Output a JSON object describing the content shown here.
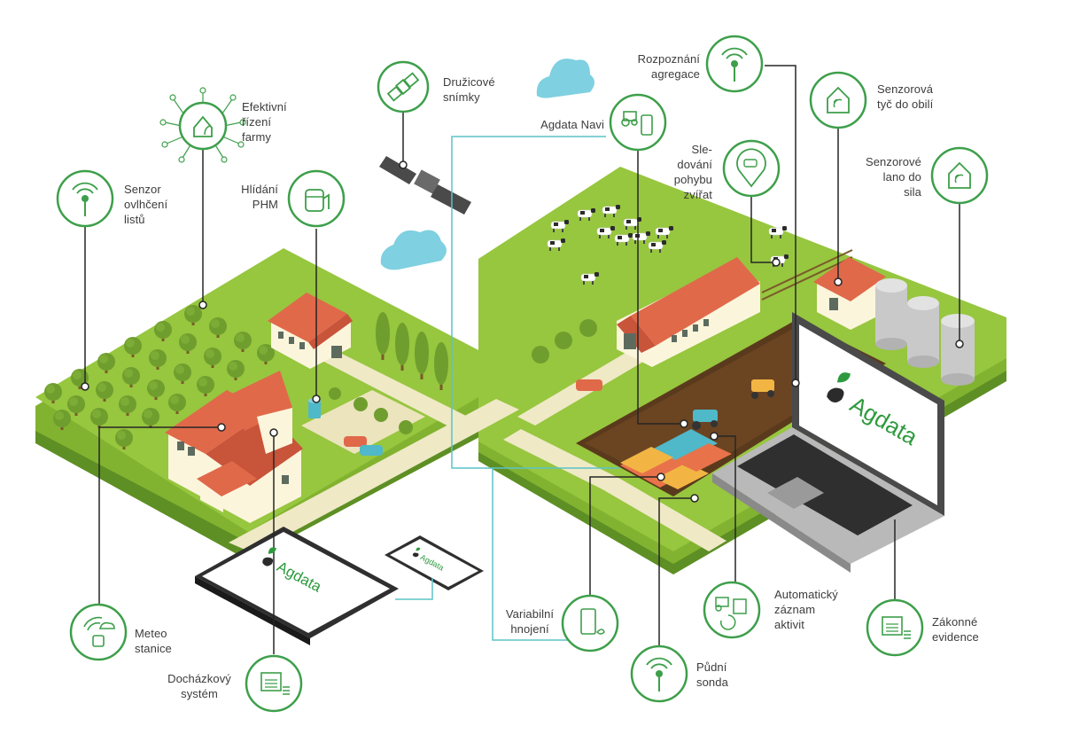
{
  "brand": {
    "name": "Agdata",
    "green": "#2e9a3e",
    "dark": "#2b2b2b"
  },
  "colors": {
    "icon_green": "#3d9f4a",
    "grass": "#95c43d",
    "grass_dark": "#5e8f24",
    "road": "#efe9c6",
    "roof": "#e0694a",
    "wall": "#fbf5dc",
    "field": "#5a3a1c",
    "cloud": "#7fd0e0",
    "link_line": "#5cc3c8",
    "callout_line": "#262626"
  },
  "labels": {
    "efektivni": [
      "Efektivní",
      "řízení",
      "farmy"
    ],
    "senzor_ovlhceni": [
      "Senzor",
      "ovlhčení",
      "listů"
    ],
    "hlidani": [
      "Hlídání",
      "PHM"
    ],
    "druzicove": [
      "Družicové",
      "snímky"
    ],
    "agdata_navi": [
      "Agdata Navi"
    ],
    "rozpoznani": [
      "Rozpoznání",
      "agregace"
    ],
    "sledovani": [
      "Sle-",
      "dování",
      "pohybu",
      "zvířat"
    ],
    "senzorova_tyc": [
      "Senzorová",
      "tyč do obilí"
    ],
    "senzorove_lano": [
      "Senzorové",
      "lano do",
      "sila"
    ],
    "meteo": [
      "Meteo",
      "stanice"
    ],
    "dochazkovy": [
      "Docházkový",
      "systém"
    ],
    "variabilni": [
      "Variabilní",
      "hnojení"
    ],
    "automaticky": [
      "Automatický",
      "záznam",
      "aktivit"
    ],
    "pudni": [
      "Půdní",
      "sonda"
    ],
    "zakonne": [
      "Zákonné",
      "evidence"
    ]
  },
  "icons": {
    "efektivni": "farm-management-icon",
    "senzor_ovlhceni": "leaf-wetness-sensor-icon",
    "hlidani": "fuel-tank-icon",
    "druzicove": "satellite-icon",
    "agdata_navi": "tractor-phone-icon",
    "rozpoznani": "signal-icon",
    "sledovani": "animal-location-icon",
    "senzorova_tyc": "grain-sensor-icon",
    "senzorove_lano": "silo-sensor-icon",
    "meteo": "weather-station-icon",
    "dochazkovy": "calendar-icon",
    "variabilni": "phone-plant-icon",
    "automaticky": "activity-log-icon",
    "pudni": "soil-probe-icon",
    "zakonne": "calendar-records-icon"
  }
}
